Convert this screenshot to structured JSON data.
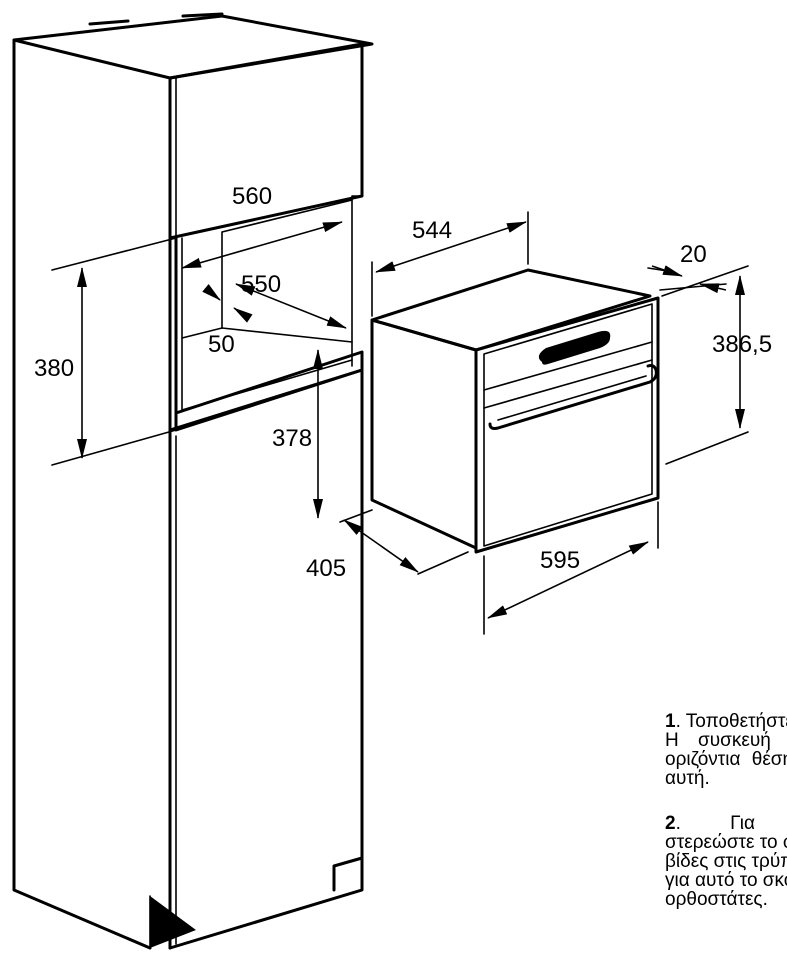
{
  "dimensions": {
    "d560": "560",
    "d550": "550",
    "d50": "50",
    "d380": "380",
    "d378": "378",
    "d544": "544",
    "d20": "20",
    "d386_5": "386,5",
    "d405": "405",
    "d595": "595"
  },
  "instructions": {
    "step1_number": "1",
    "step1_line1": ". Τοποθετήστε τη συσκευή",
    "step1_line2": "Η συσκευή πρέπει να",
    "step1_line3": "οριζόντια θέση. Επιβεβαι",
    "step1_line4": "αυτή.",
    "step2_number": "2",
    "step2_line1": ". Για περισσότερη",
    "step2_line2": "στερεώστε το φούρνο στ",
    "step2_line3": "βίδες στις τρύπες που έχο",
    "step2_line4": "για αυτό το σκοπό πάνω σ",
    "step2_line5": "ορθοστάτες."
  },
  "colors": {
    "ink": "#000000",
    "background": "#ffffff"
  }
}
